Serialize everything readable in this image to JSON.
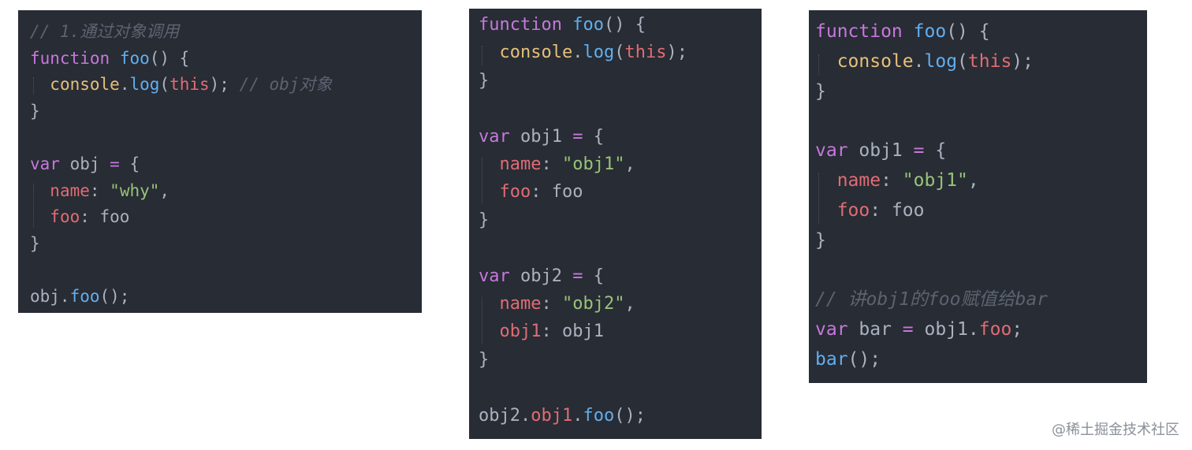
{
  "panels": [
    {
      "id": "p1",
      "lines": [
        [
          [
            "cmt",
            "// 1.通过对象调用"
          ]
        ],
        [
          [
            "kw",
            "function"
          ],
          [
            "pun",
            " "
          ],
          [
            "fn",
            "foo"
          ],
          [
            "pun",
            "() {"
          ]
        ],
        [
          [
            "pun",
            "  "
          ],
          [
            "obj",
            "console"
          ],
          [
            "pun",
            "."
          ],
          [
            "fn",
            "log"
          ],
          [
            "pun",
            "("
          ],
          [
            "this",
            "this"
          ],
          [
            "pun",
            "); "
          ],
          [
            "cmt",
            "// obj对象"
          ]
        ],
        [
          [
            "pun",
            "}"
          ]
        ],
        [],
        [
          [
            "kw",
            "var"
          ],
          [
            "pun",
            " obj "
          ],
          [
            "kw",
            "="
          ],
          [
            "pun",
            " {"
          ]
        ],
        [
          [
            "pun",
            "  "
          ],
          [
            "prop",
            "name"
          ],
          [
            "pun",
            ": "
          ],
          [
            "str",
            "\"why\""
          ],
          [
            "pun",
            ","
          ]
        ],
        [
          [
            "pun",
            "  "
          ],
          [
            "prop",
            "foo"
          ],
          [
            "pun",
            ": foo"
          ]
        ],
        [
          [
            "pun",
            "}"
          ]
        ],
        [],
        [
          [
            "pun",
            "obj."
          ],
          [
            "fn",
            "foo"
          ],
          [
            "pun",
            "();"
          ]
        ]
      ]
    },
    {
      "id": "p2",
      "lines": [
        [
          [
            "kw",
            "function"
          ],
          [
            "pun",
            " "
          ],
          [
            "fn",
            "foo"
          ],
          [
            "pun",
            "() {"
          ]
        ],
        [
          [
            "pun",
            "  "
          ],
          [
            "obj",
            "console"
          ],
          [
            "pun",
            "."
          ],
          [
            "fn",
            "log"
          ],
          [
            "pun",
            "("
          ],
          [
            "this",
            "this"
          ],
          [
            "pun",
            ");"
          ]
        ],
        [
          [
            "pun",
            "}"
          ]
        ],
        [],
        [
          [
            "kw",
            "var"
          ],
          [
            "pun",
            " obj1 "
          ],
          [
            "kw",
            "="
          ],
          [
            "pun",
            " {"
          ]
        ],
        [
          [
            "pun",
            "  "
          ],
          [
            "prop",
            "name"
          ],
          [
            "pun",
            ": "
          ],
          [
            "str",
            "\"obj1\""
          ],
          [
            "pun",
            ","
          ]
        ],
        [
          [
            "pun",
            "  "
          ],
          [
            "prop",
            "foo"
          ],
          [
            "pun",
            ": foo"
          ]
        ],
        [
          [
            "pun",
            "}"
          ]
        ],
        [],
        [
          [
            "kw",
            "var"
          ],
          [
            "pun",
            " obj2 "
          ],
          [
            "kw",
            "="
          ],
          [
            "pun",
            " {"
          ]
        ],
        [
          [
            "pun",
            "  "
          ],
          [
            "prop",
            "name"
          ],
          [
            "pun",
            ": "
          ],
          [
            "str",
            "\"obj2\""
          ],
          [
            "pun",
            ","
          ]
        ],
        [
          [
            "pun",
            "  "
          ],
          [
            "prop",
            "obj1"
          ],
          [
            "pun",
            ": obj1"
          ]
        ],
        [
          [
            "pun",
            "}"
          ]
        ],
        [],
        [
          [
            "pun",
            "obj2."
          ],
          [
            "prop",
            "obj1"
          ],
          [
            "pun",
            "."
          ],
          [
            "fn",
            "foo"
          ],
          [
            "pun",
            "();"
          ]
        ]
      ]
    },
    {
      "id": "p3",
      "lines": [
        [
          [
            "kw",
            "function"
          ],
          [
            "pun",
            " "
          ],
          [
            "fn",
            "foo"
          ],
          [
            "pun",
            "() {"
          ]
        ],
        [
          [
            "pun",
            "  "
          ],
          [
            "obj",
            "console"
          ],
          [
            "pun",
            "."
          ],
          [
            "fn",
            "log"
          ],
          [
            "pun",
            "("
          ],
          [
            "this",
            "this"
          ],
          [
            "pun",
            ");"
          ]
        ],
        [
          [
            "pun",
            "}"
          ]
        ],
        [],
        [
          [
            "kw",
            "var"
          ],
          [
            "pun",
            " obj1 "
          ],
          [
            "kw",
            "="
          ],
          [
            "pun",
            " {"
          ]
        ],
        [
          [
            "pun",
            "  "
          ],
          [
            "prop",
            "name"
          ],
          [
            "pun",
            ": "
          ],
          [
            "str",
            "\"obj1\""
          ],
          [
            "pun",
            ","
          ]
        ],
        [
          [
            "pun",
            "  "
          ],
          [
            "prop",
            "foo"
          ],
          [
            "pun",
            ": foo"
          ]
        ],
        [
          [
            "pun",
            "}"
          ]
        ],
        [],
        [
          [
            "cmt",
            "// 讲obj1的foo赋值给bar"
          ]
        ],
        [
          [
            "kw",
            "var"
          ],
          [
            "pun",
            " bar "
          ],
          [
            "kw",
            "="
          ],
          [
            "pun",
            " obj1."
          ],
          [
            "prop",
            "foo"
          ],
          [
            "pun",
            ";"
          ]
        ],
        [
          [
            "fn",
            "bar"
          ],
          [
            "pun",
            "();"
          ]
        ]
      ]
    }
  ],
  "watermark": "@稀土掘金技术社区"
}
